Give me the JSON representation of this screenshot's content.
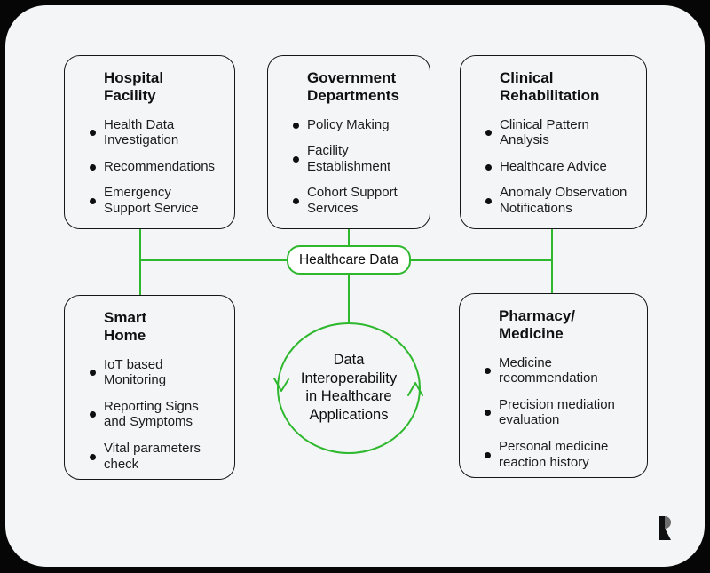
{
  "diagram": {
    "hub_label": "Healthcare Data",
    "center_label": "Data\nInteroperability\nin Healthcare\nApplications"
  },
  "nodes": [
    {
      "id": "hospital-facility",
      "title": "Hospital\nFacility",
      "items": [
        "Health Data\nInvestigation",
        "Recommendations",
        "Emergency\nSupport Service"
      ]
    },
    {
      "id": "government-departments",
      "title": "Government\nDepartments",
      "items": [
        "Policy Making",
        "Facility\nEstablishment",
        "Cohort Support\nServices"
      ]
    },
    {
      "id": "clinical-rehabilitation",
      "title": "Clinical\nRehabilitation",
      "items": [
        "Clinical Pattern\nAnalysis",
        "Healthcare Advice",
        "Anomaly Observation\nNotifications"
      ]
    },
    {
      "id": "smart-home",
      "title": "Smart\nHome",
      "items": [
        "IoT based\nMonitoring",
        "Reporting Signs\nand Symptoms",
        "Vital parameters\ncheck"
      ]
    },
    {
      "id": "pharmacy-medicine",
      "title": "Pharmacy/\nMedicine",
      "items": [
        "Medicine\nrecommendation",
        "Precision mediation\nevaluation",
        "Personal medicine\nreaction history"
      ]
    }
  ],
  "colors": {
    "outer_background": "#060606",
    "card_background": "#f4f5f6",
    "accent_green": "#2eb82e",
    "box_border": "#161616",
    "hub_fill": "#ffffff",
    "text": "#111111",
    "logo_gray": "#6e6e6e"
  },
  "icons": {
    "brand_logo": "r-mark",
    "flow_arrows": "counterclockwise-flow"
  }
}
